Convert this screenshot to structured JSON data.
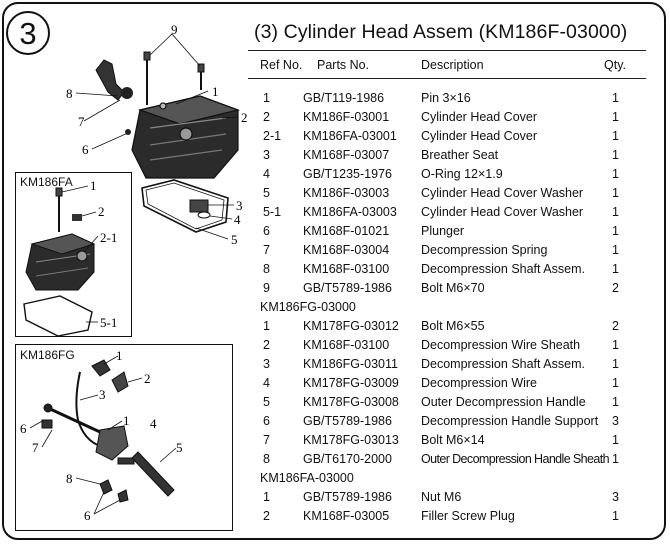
{
  "section_number": "3",
  "title": "(3) Cylinder Head Assem (KM186F-03000)",
  "headers": {
    "ref": "Ref No.",
    "part": "Parts No.",
    "desc": "Description",
    "qty": "Qty."
  },
  "main_rows": [
    {
      "ref": "1",
      "part": "GB/T119-1986",
      "desc": "Pin 3×16",
      "qty": "1"
    },
    {
      "ref": "2",
      "part": "KM186F-03001",
      "desc": "Cylinder Head Cover",
      "qty": "1"
    },
    {
      "ref": "2-1",
      "part": "KM186FA-03001",
      "desc": "Cylinder Head Cover",
      "qty": "1"
    },
    {
      "ref": "3",
      "part": "KM168F-03007",
      "desc": "Breather Seat",
      "qty": "1"
    },
    {
      "ref": "4",
      "part": "GB/T1235-1976",
      "desc": "O-Ring 12×1.9",
      "qty": "1"
    },
    {
      "ref": "5",
      "part": "KM186F-03003",
      "desc": "Cylinder Head Cover Washer",
      "qty": "1"
    },
    {
      "ref": "5-1",
      "part": "KM186FA-03003",
      "desc": "Cylinder Head Cover Washer",
      "qty": "1"
    },
    {
      "ref": "6",
      "part": "KM168F-01021",
      "desc": "Plunger",
      "qty": "1"
    },
    {
      "ref": "7",
      "part": "KM168F-03004",
      "desc": "Decompression Spring",
      "qty": "1"
    },
    {
      "ref": "8",
      "part": "KM168F-03100",
      "desc": "Decompression Shaft Assem.",
      "qty": "1"
    },
    {
      "ref": "9",
      "part": "GB/T5789-1986",
      "desc": "Bolt M6×70",
      "qty": "2"
    }
  ],
  "group_fg": "KM186FG-03000",
  "fg_rows": [
    {
      "ref": "1",
      "part": "KM178FG-03012",
      "desc": "Bolt M6×55",
      "qty": "2"
    },
    {
      "ref": "2",
      "part": "KM168F-03100",
      "desc": "Decompression Wire Sheath",
      "qty": "1"
    },
    {
      "ref": "3",
      "part": "KM186FG-03011",
      "desc": "Decompression Shaft Assem.",
      "qty": "1"
    },
    {
      "ref": "4",
      "part": "KM178FG-03009",
      "desc": "Decompression Wire",
      "qty": "1"
    },
    {
      "ref": "5",
      "part": "KM178FG-03008",
      "desc": "Outer Decompression Handle",
      "qty": "1"
    },
    {
      "ref": "6",
      "part": "GB/T5789-1986",
      "desc": "Decompression Handle Support",
      "qty": "3"
    },
    {
      "ref": "7",
      "part": "KM178FG-03013",
      "desc": "Bolt M6×14",
      "qty": "1"
    },
    {
      "ref": "8",
      "part": "GB/T6170-2000",
      "desc": "Outer Decompression Handle Sheath",
      "qty": "1"
    }
  ],
  "group_fa": "KM186FA-03000",
  "fa_rows": [
    {
      "ref": "1",
      "part": "GB/T5789-1986",
      "desc": "Nut  M6",
      "qty": "3"
    },
    {
      "ref": "2",
      "part": "KM168F-03005",
      "desc": "Filler Screw Plug",
      "qty": "1"
    }
  ],
  "diagram": {
    "inset_fa_label": "KM186FA",
    "inset_fg_label": "KM186FG",
    "main_callouts": [
      "9",
      "1",
      "8",
      "7",
      "2",
      "6",
      "3",
      "4",
      "5"
    ],
    "fa_callouts": [
      "1",
      "2",
      "2-1",
      "5-1"
    ],
    "fg_callouts": [
      "1",
      "2",
      "3",
      "1",
      "4",
      "5",
      "6",
      "7",
      "8",
      "6"
    ]
  }
}
